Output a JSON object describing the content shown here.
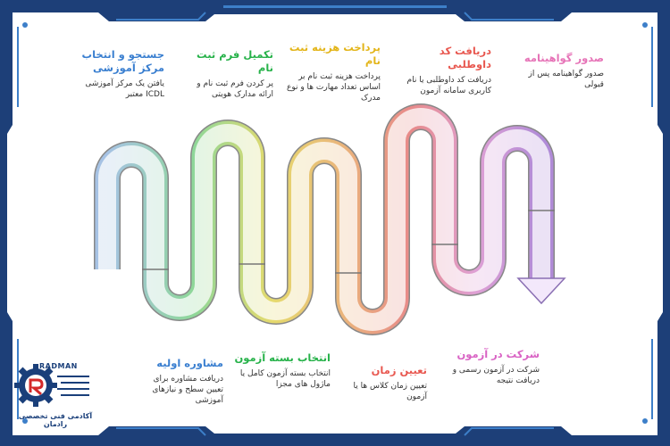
{
  "colors": {
    "frame_navy": "#1d3f78",
    "frame_blue": "#3d7fc9",
    "pipe_blue": "#a9c9ee",
    "pipe_green": "#8fe09a",
    "pipe_yellow": "#f0e36a",
    "pipe_orange": "#f5b77a",
    "pipe_red": "#f28a8a",
    "pipe_pink": "#e8a3dd",
    "pipe_purple": "#b48be0"
  },
  "steps_top": [
    {
      "title": "صدور گواهینامه",
      "desc": "صدور گواهینامه پس از قبولی",
      "color": "#e673b7"
    },
    {
      "title": "دریافت کد داوطلبی",
      "desc": "دریافت کد داوطلبی یا نام کاربری سامانه آزمون",
      "color": "#e8574f"
    },
    {
      "title": "پرداخت هزینه ثبت نام",
      "desc": "پرداخت هزینه ثبت نام بر اساس تعداد مهارت ها و نوع مدرک",
      "color": "#e3b51a"
    },
    {
      "title": "تکمیل فرم ثبت نام",
      "desc": "پر کردن فرم ثبت نام و ارائه مدارک هویتی",
      "color": "#27b24a"
    },
    {
      "title": "جستجو و انتخاب مرکز آموزشی",
      "desc": "یافتن یک مرکز آموزشی ICDL معتبر",
      "color": "#3a7fd0"
    }
  ],
  "steps_bottom": [
    {
      "title": "شرکت در آزمون",
      "desc": "شرکت در آزمون رسمی و دریافت نتیجه",
      "color": "#d963c4"
    },
    {
      "title": "تعیین زمان",
      "desc": "تعیین زمان کلاس ها یا آزمون",
      "color": "#e8574f"
    },
    {
      "title": "انتخاب بسته آزمون",
      "desc": "انتخاب بسته آزمون کامل یا ماژول های مجزا",
      "color": "#27b24a"
    },
    {
      "title": "مشاوره اولیه",
      "desc": "دریافت مشاوره برای تعیین سطح و نیازهای آموزشی",
      "color": "#3a7fd0"
    }
  ],
  "logo": {
    "brand": "RADMAN",
    "tagline": "آکادمی فنی تخصصی رادمان"
  }
}
